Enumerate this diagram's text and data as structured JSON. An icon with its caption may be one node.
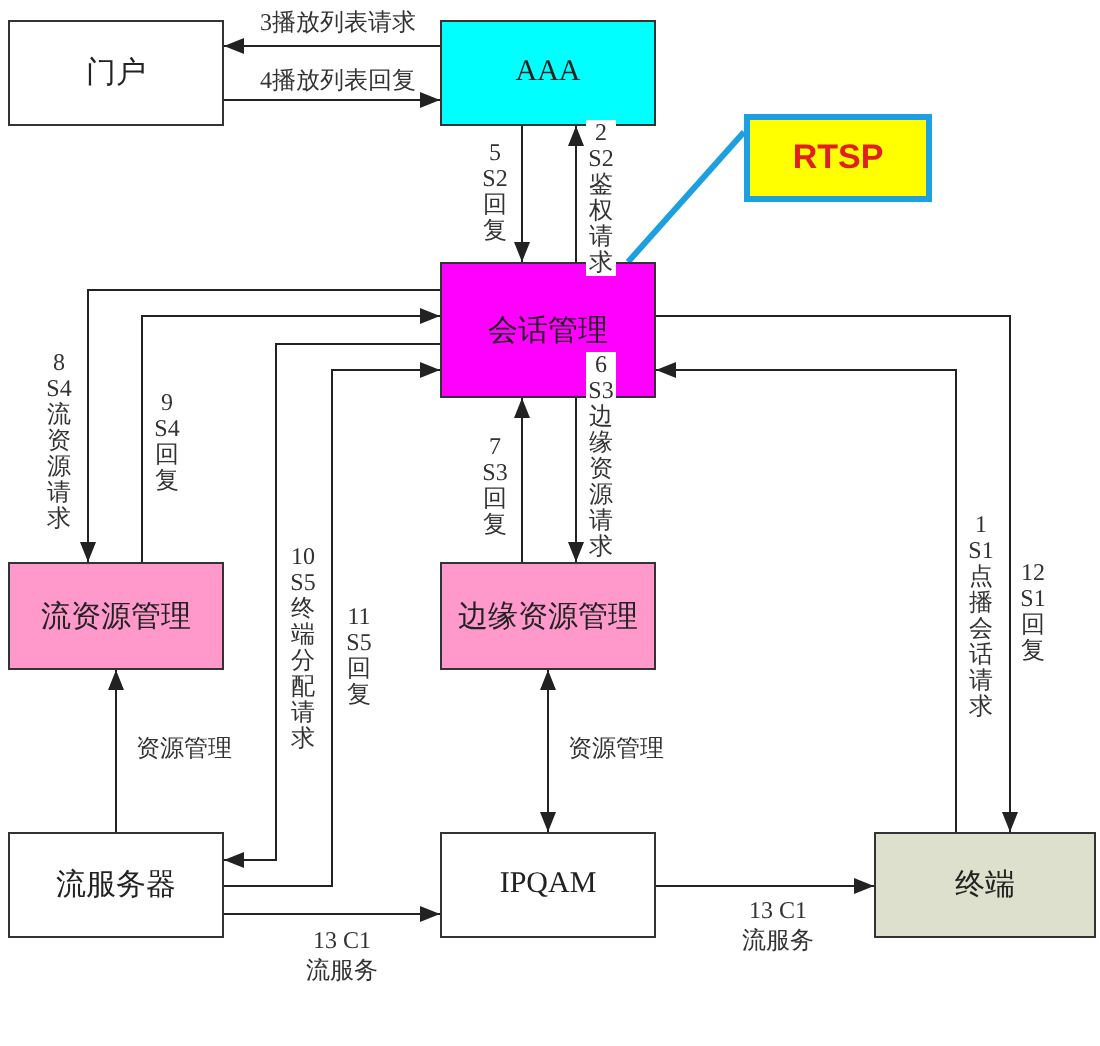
{
  "diagram": {
    "nodes": [
      {
        "text": [
          "门户"
        ]
      },
      {
        "text": [
          "AAA"
        ]
      },
      {
        "text": [
          "RTSP"
        ]
      },
      {
        "text": [
          "会话管理"
        ]
      },
      {
        "text": [
          "流资源管理"
        ]
      },
      {
        "text": [
          "边缘资源管理"
        ]
      },
      {
        "text": [
          "流服务器"
        ]
      },
      {
        "text": [
          "IPQAM"
        ]
      },
      {
        "text": [
          "终端"
        ]
      }
    ],
    "edges": [
      {
        "from": 1,
        "to": 0,
        "arrow": "to",
        "label": "3播放列表请求"
      },
      {
        "from": 0,
        "to": 1,
        "arrow": "to",
        "label": "4播放列表回复"
      },
      {
        "from": 3,
        "to": 1,
        "arrow": "to",
        "label": "2 S2 鉴权请求"
      },
      {
        "from": 1,
        "to": 3,
        "arrow": "to",
        "label": "5 S2 回复"
      },
      {
        "from": 3,
        "to": 4,
        "arrow": "to",
        "label": "8 S4 流资源请求"
      },
      {
        "from": 4,
        "to": 3,
        "arrow": "to",
        "label": "9 S4 回复"
      },
      {
        "from": 3,
        "to": 6,
        "arrow": "to",
        "label": "10 S5 终端分配请求"
      },
      {
        "from": 6,
        "to": 3,
        "arrow": "to",
        "label": "11 S5 回复"
      },
      {
        "from": 3,
        "to": 5,
        "arrow": "to",
        "label": "6 S3 边缘资源请求"
      },
      {
        "from": 5,
        "to": 3,
        "arrow": "to",
        "label": "7 S3 回复"
      },
      {
        "from": 6,
        "to": 4,
        "arrow": "to",
        "label": "资源管理"
      },
      {
        "from": 5,
        "to": 7,
        "arrow": "both",
        "label": "资源管理"
      },
      {
        "from": 6,
        "to": 7,
        "arrow": "to",
        "label": "13 C1 流服务"
      },
      {
        "from": 7,
        "to": 8,
        "arrow": "to",
        "label": "13 C1 流服务"
      },
      {
        "from": 8,
        "to": 3,
        "arrow": "to",
        "label": "1 S1 点播会话请求"
      },
      {
        "from": 3,
        "to": 8,
        "arrow": "to",
        "label": "12 S1 回复"
      },
      {
        "from": 2,
        "to": 3,
        "arrow": "none",
        "style": "thick",
        "color": "#1ea0e0"
      }
    ]
  }
}
